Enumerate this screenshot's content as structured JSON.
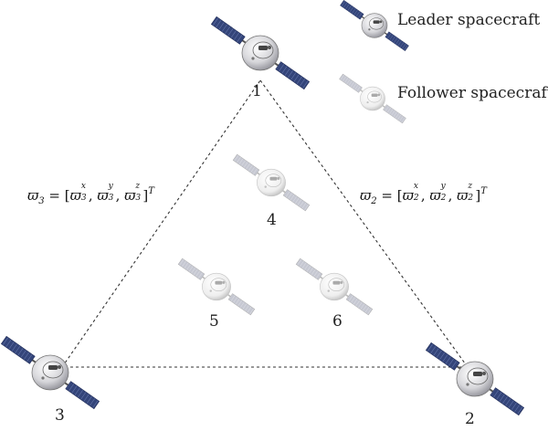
{
  "legend": {
    "leader_label": "Leader spacecraft",
    "follower_label": "Follower spacecraft"
  },
  "nodes": [
    {
      "id": "1",
      "label": "1",
      "role": "leader"
    },
    {
      "id": "2",
      "label": "2",
      "role": "leader"
    },
    {
      "id": "3",
      "label": "3",
      "role": "leader"
    },
    {
      "id": "4",
      "label": "4",
      "role": "follower"
    },
    {
      "id": "5",
      "label": "5",
      "role": "follower"
    },
    {
      "id": "6",
      "label": "6",
      "role": "follower"
    }
  ],
  "links": [
    {
      "from": "1",
      "to": "2",
      "style": "dashed"
    },
    {
      "from": "2",
      "to": "3",
      "style": "dashed"
    },
    {
      "from": "3",
      "to": "1",
      "style": "dashed"
    }
  ],
  "formulas": {
    "left": {
      "symbol": "ϖ",
      "index": "3",
      "x": "x",
      "y": "y",
      "z": "z",
      "transpose": "T"
    },
    "right": {
      "symbol": "ϖ",
      "index": "2",
      "x": "x",
      "y": "y",
      "z": "z",
      "transpose": "T"
    }
  },
  "colors": {
    "leader_body": "#d8d8dc",
    "leader_panel": "#3a4a7a",
    "follower_body": "#ececec",
    "follower_panel": "#c8c8d0",
    "line": "#333333"
  }
}
